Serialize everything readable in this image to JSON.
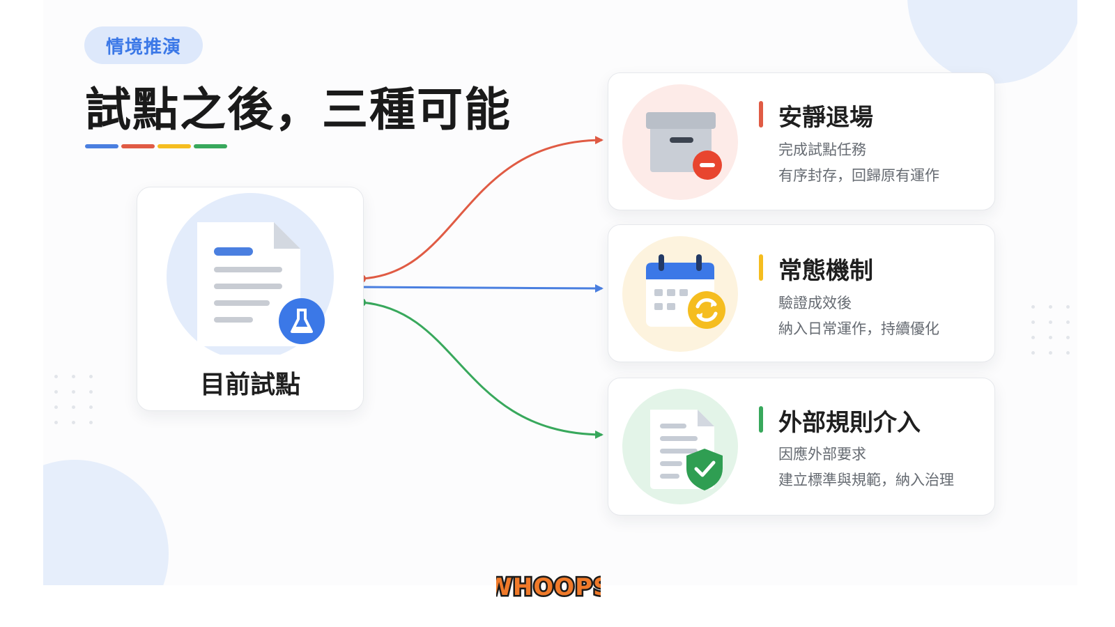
{
  "tag": "情境推演",
  "title": "試點之後，三種可能",
  "colors": {
    "blue": "#4a7fe0",
    "red": "#e05b44",
    "yellow": "#f5bd1f",
    "green": "#38a85c"
  },
  "source": {
    "label": "目前試點",
    "icon": "document-with-flask-icon"
  },
  "outcomes": [
    {
      "title": "安靜退場",
      "lines": [
        "完成試點任務",
        "有序封存，回歸原有運作"
      ],
      "icon": "archive-box-minus-icon",
      "accent": "#e05b44"
    },
    {
      "title": "常態機制",
      "lines": [
        "驗證成效後",
        "納入日常運作，持續優化"
      ],
      "icon": "calendar-refresh-icon",
      "accent": "#f5bd1f"
    },
    {
      "title": "外部規則介入",
      "lines": [
        "因應外部要求",
        "建立標準與規範，納入治理"
      ],
      "icon": "document-shield-check-icon",
      "accent": "#38a85c"
    }
  ],
  "watermark": "WHOOPS"
}
